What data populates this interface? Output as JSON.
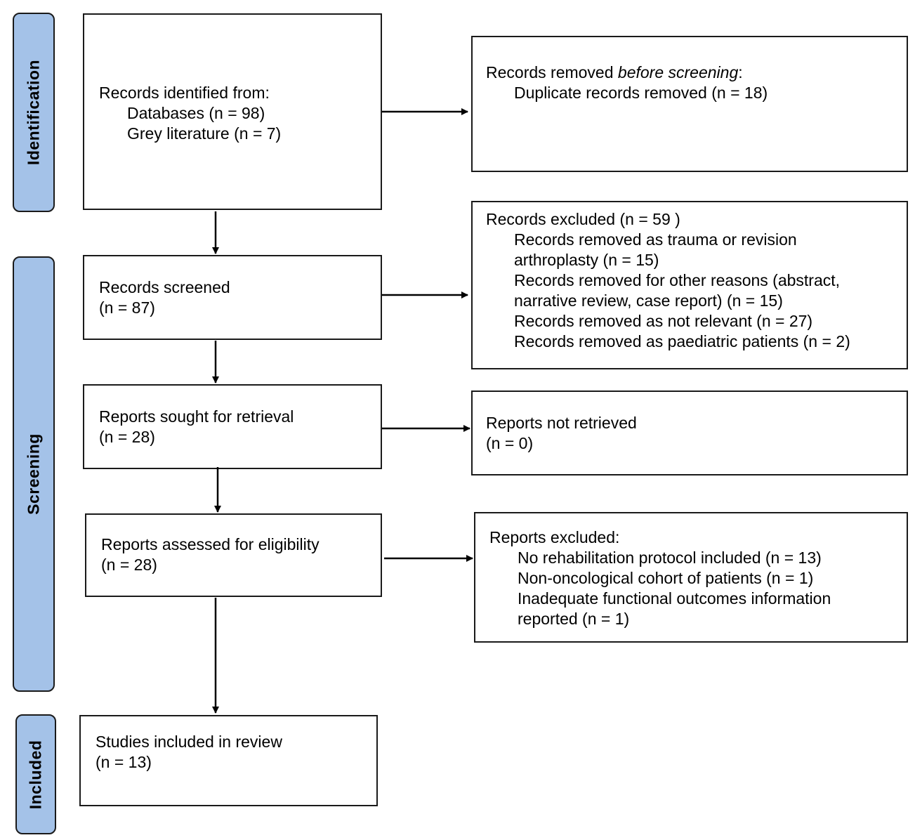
{
  "phases": {
    "identification": "Identification",
    "screening": "Screening",
    "included": "Included"
  },
  "records_identified": {
    "heading": "Records identified from:",
    "databases": "Databases (n = 98)",
    "grey_literature": "Grey literature (n = 7)"
  },
  "records_removed_before": {
    "heading_prefix": "Records removed ",
    "heading_emphasis": "before screening",
    "heading_suffix": ":",
    "duplicates": "Duplicate records removed (n = 18)"
  },
  "records_screened": {
    "label": "Records screened",
    "count": "(n = 87)"
  },
  "records_excluded": {
    "heading": "Records excluded (n = 59 )",
    "reasons": [
      "Records removed as trauma or revision arthroplasty (n = 15)",
      "Records removed for other reasons (abstract, narrative review, case report) (n = 15)",
      "Records removed as not relevant (n = 27)",
      "Records removed as paediatric patients (n = 2)"
    ]
  },
  "reports_sought": {
    "label": "Reports sought for retrieval",
    "count": "(n = 28)"
  },
  "reports_not_retrieved": {
    "label": "Reports not retrieved",
    "count": "(n = 0)"
  },
  "reports_assessed": {
    "label": "Reports assessed for eligibility",
    "count": "(n = 28)"
  },
  "reports_excluded": {
    "heading": "Reports excluded:",
    "reasons": [
      "No rehabilitation protocol included (n = 13)",
      "Non-oncological cohort of patients (n = 1)",
      "Inadequate functional outcomes information reported (n = 1)"
    ]
  },
  "studies_included": {
    "label": "Studies included in review",
    "count": "(n = 13)"
  },
  "colors": {
    "phase_fill": "#a4c2e8",
    "border": "#1a1a1a"
  }
}
